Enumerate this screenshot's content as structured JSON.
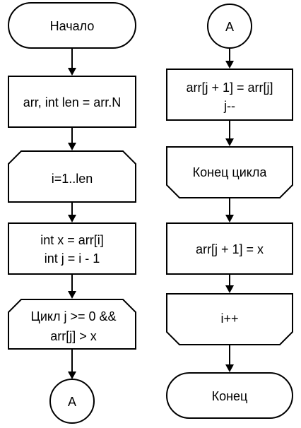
{
  "flowchart": {
    "left": {
      "start": "Начало",
      "init": "arr, int len = arr.N",
      "loop_start": "i=1..len",
      "assign_line1": "int x = arr[i]",
      "assign_line2": "int j = i - 1",
      "while_line1": "Цикл j >= 0 &&",
      "while_line2": "arr[j] > x",
      "connector": "A"
    },
    "right": {
      "connector": "A",
      "shift_line1": "arr[j + 1] = arr[j]",
      "shift_line2": "j--",
      "loop_end": "Конец цикла",
      "insert": "arr[j + 1] = x",
      "increment": "i++",
      "end": "Конец"
    }
  }
}
